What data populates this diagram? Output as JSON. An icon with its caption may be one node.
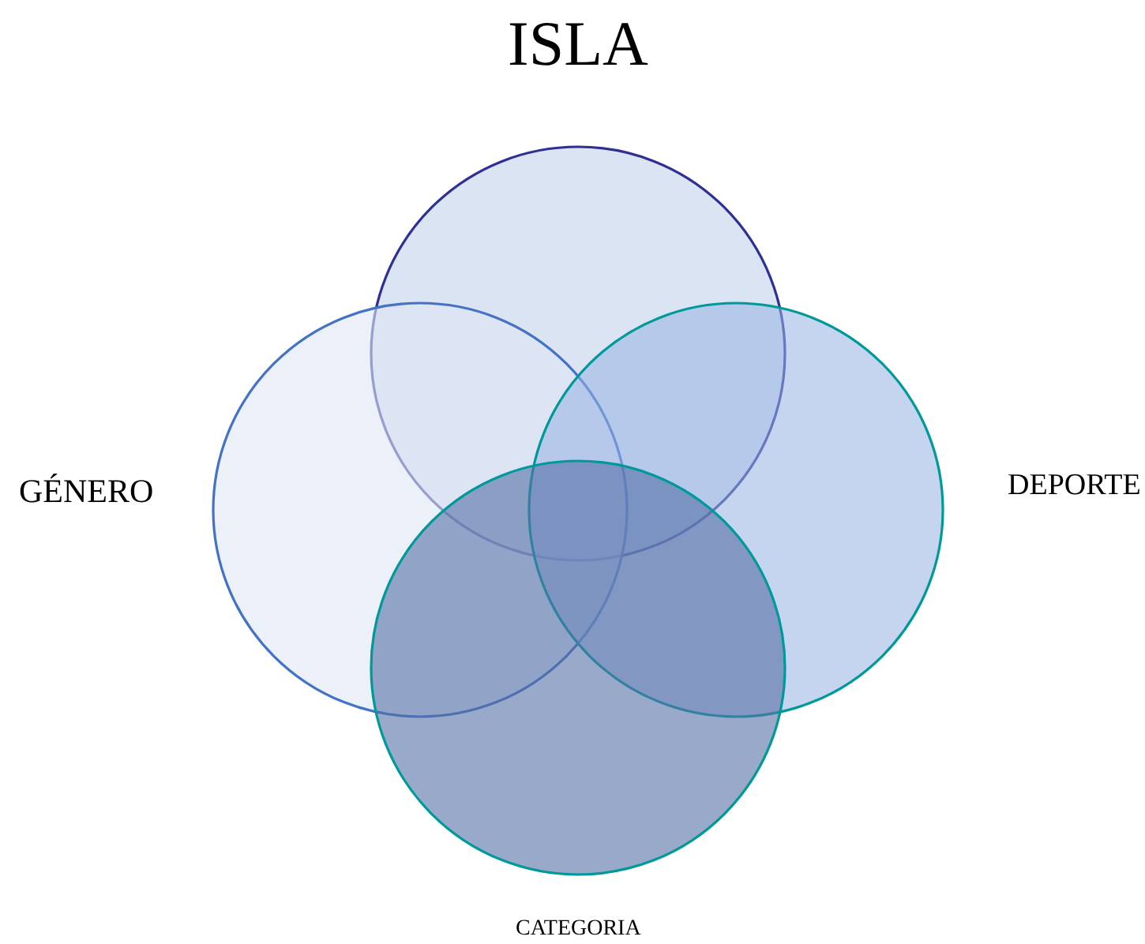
{
  "diagram": {
    "nodes": [
      {
        "text": [
          "ISLA"
        ]
      },
      {
        "text": [
          "GÉNERO"
        ]
      },
      {
        "text": [
          "DEPORTE"
        ]
      },
      {
        "text": [
          "CATEGORIA"
        ]
      }
    ],
    "edges": []
  }
}
